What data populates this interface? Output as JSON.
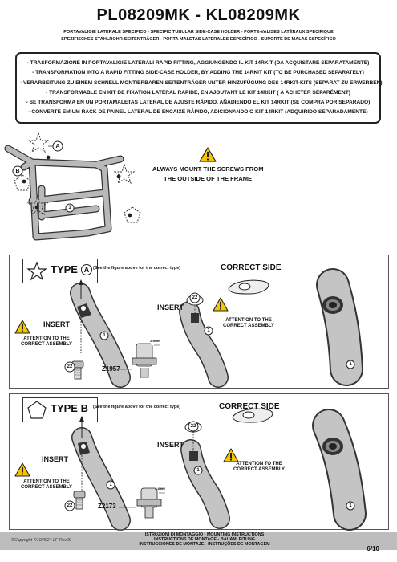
{
  "header": {
    "title": "PL08209MK - KL08209MK",
    "subtitle": [
      "PORTAVALIGIE LATERALE SPECIFICO  -  SPECIFIC TUBULAR SIDE-CASE HOLDER  -  PORTE-VALISES LATÉRAUX SPÉCIFIQUE",
      "SPEZIFISCHES STAHLROHR-SEITENTRÄGER  -  PORTA MALETAS LATERALES ESPECÍFICO  -  SUPORTE DE MALAS ESPECÍFICO"
    ]
  },
  "instructions": [
    "- TRASFORMAZIONE IN PORTAVALIGIE LATERALI RAPID FITTING, AGGIUNGENDO IL KIT 14RKIT (DA ACQUISTARE SEPARATAMENTE)",
    "- TRANSFORMATION INTO A RAPID FITTING SIDE-CASE HOLDER, BY ADDING THE 14RKIT KIT (TO BE PURCHASED SEPARATELY)",
    "- VERARBEITUNG ZU EINEM SCHNELL MONTIERBAREN SEITENTRÄGER UNTER HINZUFÜGUNG DES 14RKIT-KITS (SEPARAT ZU ERWERBEN)",
    "- TRANSFORMABLE EN KIT DE FIXATION LATÉRAL RAPIDE, EN AJOUTANT LE KIT 14RKIT ( À ACHETER SÉPARÉMENT)",
    "- SE TRANSFORMA EN UN PORTAMALETAS LATERAL DE AJUSTE RÁPIDO, AÑADIENDO EL KIT 14RKIT (SE COMPRA POR SEPARADO)",
    "- CONVERTE EM UM RACK DE PAINEL LATERAL DE ENCAIXE RÁPIDO, ADICIONANDO O KIT 14RKIT (ADQUIRIDO SEPARADAMENTE)"
  ],
  "overview": {
    "mount_note": [
      "ALWAYS MOUNT THE SCREWS FROM",
      "THE OUTSIDE OF THE FRAME"
    ],
    "marker_a": "A",
    "marker_b": "B",
    "part_1": "1"
  },
  "panel_a": {
    "type_label": "TYPE",
    "type_letter": "A",
    "see_figure": "(See the figure above for the correct type)",
    "correct_side": "CORRECT SIDE",
    "insert": "INSERT",
    "attention_left": [
      "ATTENTION TO THE",
      "CORRECT ASSEMBLY"
    ],
    "attention_right": [
      "ATTENTION TO THE",
      "CORRECT ASSEMBLY"
    ],
    "screw_code": "Z1957",
    "dim": "2.5mm",
    "part_22": "22",
    "part_1": "1"
  },
  "panel_b": {
    "type_label": "TYPE B",
    "see_figure": "(See the figure above for the correct type)",
    "correct_side": "CORRECT SIDE",
    "insert": "INSERT",
    "attention_left": [
      "ATTENTION TO THE",
      "CORRECT ASSEMBLY"
    ],
    "attention_right": [
      "ATTENTION TO THE",
      "CORRECT ASSEMBLY"
    ],
    "screw_code": "Z2173",
    "dim": "4.4mm",
    "part_22": "22",
    "part_1": "1"
  },
  "footer": {
    "copyright": "©Copyright 7/10/2024 LF-Rev00",
    "lines": [
      "ISTRUZIONI DI MONTAGGIO  -  MOUNTING INSTRUCTIONS",
      "INSTRUCTIONS DE MONTAGE  -  BAUANLEITUNG",
      "INSTRUCCIONES DE MONTAJE  -  INSTRUÇÕES DE MONTAGEM"
    ],
    "page": "6/10"
  },
  "colors": {
    "warning_yellow": "#f6c700",
    "footer_band": "#bdbdbd",
    "frame_grey": "#b9b9b9"
  }
}
